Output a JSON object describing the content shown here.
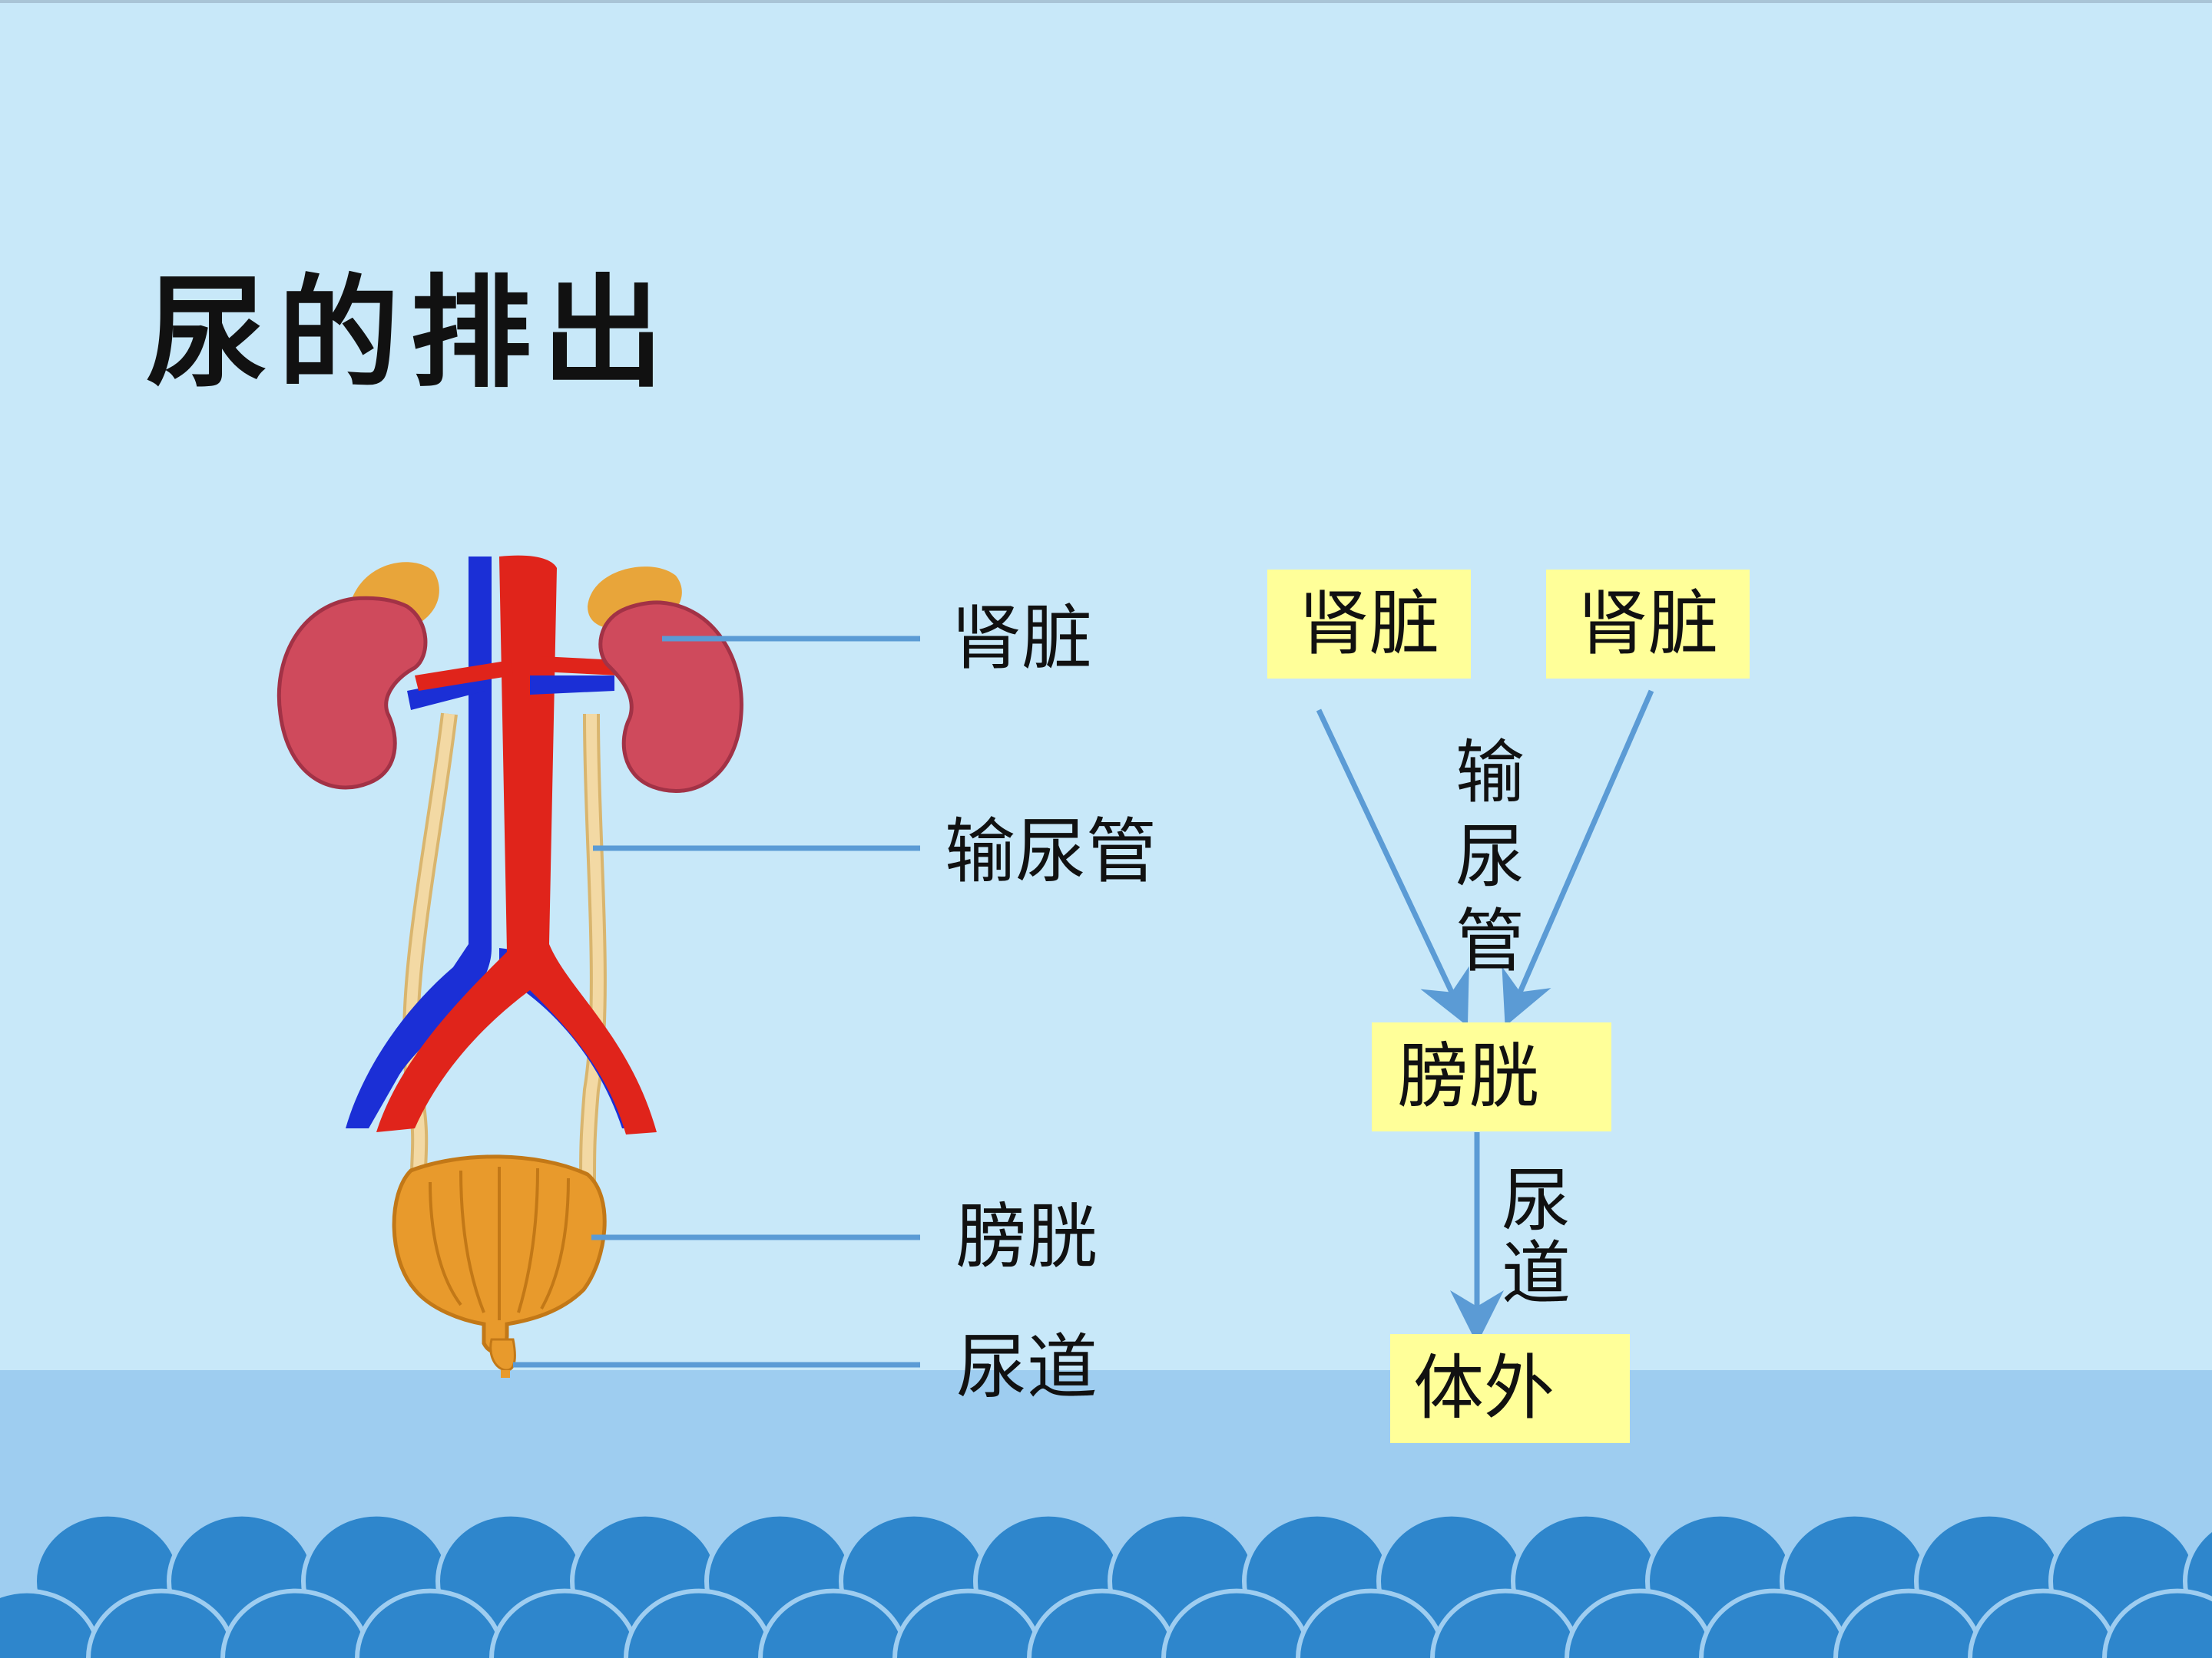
{
  "title": "尿的排出",
  "anatomy_labels": {
    "kidney": "肾脏",
    "ureter": "输尿管",
    "bladder": "膀胱",
    "urethra": "尿道"
  },
  "flow": {
    "kidney_left": "肾脏",
    "kidney_right": "肾脏",
    "ureter": "输尿管",
    "bladder": "膀胱",
    "urethra": "尿道",
    "outside": "体外"
  },
  "colors": {
    "background": "#c8e8f9",
    "band": "#9ecdf0",
    "wave": "#2e86cc",
    "box": "#ffff99",
    "leader": "#5b9bd5",
    "arrow": "#5b9bd5",
    "artery": "#e0241b",
    "vein": "#1b2fd6",
    "kidney": "#cf4a5c",
    "adrenal": "#e8a53a",
    "ureter": "#f3d9a4",
    "bladder": "#e89a2c"
  }
}
